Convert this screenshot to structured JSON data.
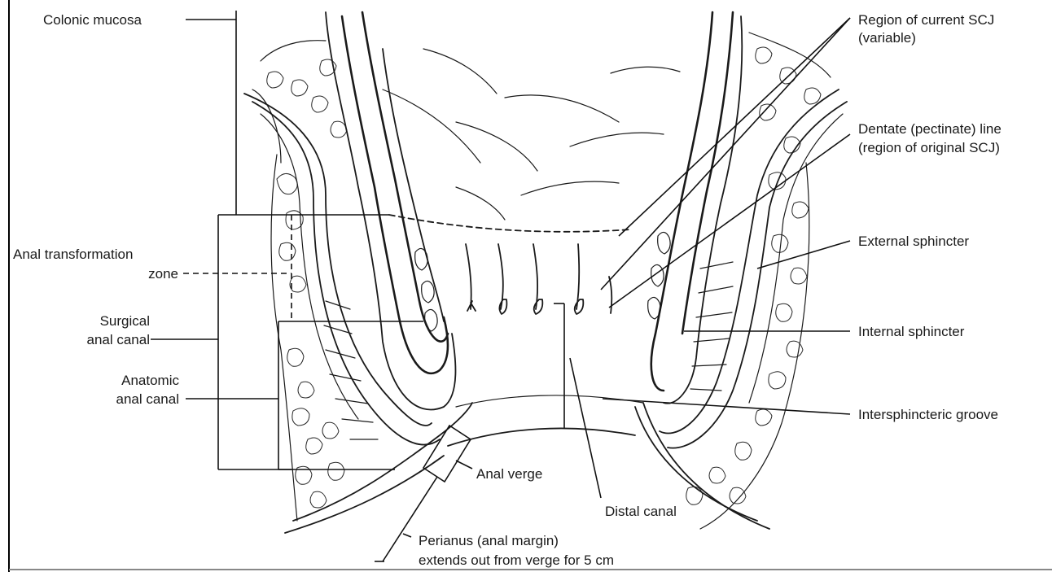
{
  "labels": {
    "colonic_mucosa": "Colonic mucosa",
    "anal_transformation_zone_1": "Anal transformation",
    "anal_transformation_zone_2": "zone",
    "surgical_anal_canal_1": "Surgical",
    "surgical_anal_canal_2": "anal canal",
    "anatomic_anal_canal_1": "Anatomic",
    "anatomic_anal_canal_2": "anal canal",
    "anal_verge": "Anal verge",
    "distal_canal": "Distal canal",
    "perianus_1": "Perianus (anal margin)",
    "perianus_2": "extends out from verge for 5 cm",
    "region_current_scj_1": "Region of current SCJ",
    "region_current_scj_2": "(variable)",
    "dentate_line_1": "Dentate (pectinate) line",
    "dentate_line_2": "(region of original SCJ)",
    "external_sphincter": "External sphincter",
    "internal_sphincter": "Internal sphincter",
    "intersphincteric_groove": "Intersphincteric groove"
  },
  "colors": {
    "ink": "#1a1a1a",
    "background": "#ffffff",
    "frame": "#000000"
  }
}
